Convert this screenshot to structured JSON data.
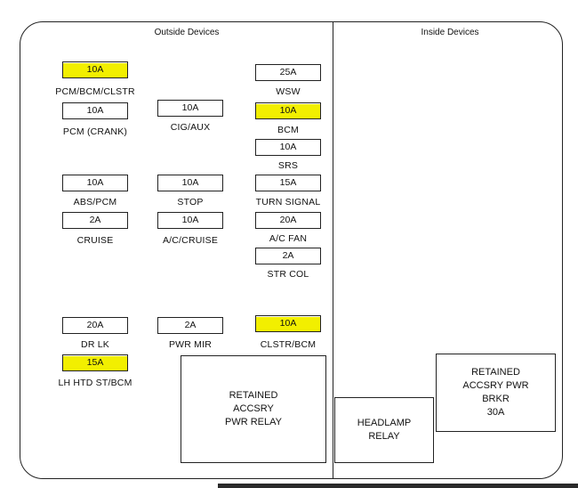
{
  "sections": {
    "outside_title": "Outside Devices",
    "inside_title": "Inside Devices"
  },
  "fuses": [
    {
      "id": "pcm-bcm-clstr",
      "amps": "10A",
      "label": "PCM/BCM/CLSTR",
      "highlighted": true
    },
    {
      "id": "pcm-crank",
      "amps": "10A",
      "label": "PCM (CRANK)",
      "highlighted": false
    },
    {
      "id": "cig-aux",
      "amps": "10A",
      "label": "CIG/AUX",
      "highlighted": false
    },
    {
      "id": "wsw",
      "amps": "25A",
      "label": "WSW",
      "highlighted": false
    },
    {
      "id": "bcm",
      "amps": "10A",
      "label": "BCM",
      "highlighted": true
    },
    {
      "id": "srs",
      "amps": "10A",
      "label": "SRS",
      "highlighted": false
    },
    {
      "id": "abs-pcm",
      "amps": "10A",
      "label": "ABS/PCM",
      "highlighted": false
    },
    {
      "id": "stop",
      "amps": "10A",
      "label": "STOP",
      "highlighted": false
    },
    {
      "id": "turn-signal",
      "amps": "15A",
      "label": "TURN SIGNAL",
      "highlighted": false
    },
    {
      "id": "cruise",
      "amps": "2A",
      "label": "CRUISE",
      "highlighted": false
    },
    {
      "id": "ac-cruise",
      "amps": "10A",
      "label": "A/C/CRUISE",
      "highlighted": false
    },
    {
      "id": "ac-fan",
      "amps": "20A",
      "label": "A/C FAN",
      "highlighted": false
    },
    {
      "id": "str-col",
      "amps": "2A",
      "label": "STR COL",
      "highlighted": false
    },
    {
      "id": "dr-lk",
      "amps": "20A",
      "label": "DR LK",
      "highlighted": false
    },
    {
      "id": "pwr-mir",
      "amps": "2A",
      "label": "PWR MIR",
      "highlighted": false
    },
    {
      "id": "clstr-bcm",
      "amps": "10A",
      "label": "CLSTR/BCM",
      "highlighted": true
    },
    {
      "id": "lh-htd-st-bcm",
      "amps": "15A",
      "label": "LH HTD ST/BCM",
      "highlighted": true
    }
  ],
  "relays": {
    "retained_accsry_pwr_relay": [
      "RETAINED",
      "ACCSRY",
      "PWR RELAY"
    ],
    "headlamp_relay": [
      "HEADLAMP",
      "RELAY"
    ],
    "retained_accsry_pwr_brkr": [
      "RETAINED",
      "ACCSRY PWR",
      "BRKR",
      "30A"
    ]
  },
  "colors": {
    "highlight": "#f2ef00",
    "line": "#222222"
  }
}
